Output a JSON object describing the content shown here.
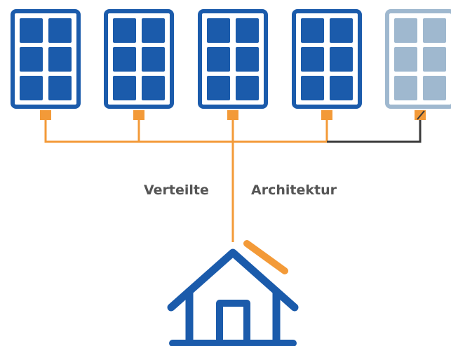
{
  "diagram": {
    "label_left": "Verteilte",
    "label_right": "Architektur",
    "colors": {
      "panel_frame": "#1b5bab",
      "panel_cell": "#1b5bab",
      "panel_inactive": "#9fb8cf",
      "wire": "#f39a38",
      "wire_inactive": "#3a3a3a",
      "house": "#1b5bab",
      "label": "#555555"
    },
    "panels": [
      {
        "state": "active",
        "icon": "solar-panel-icon"
      },
      {
        "state": "active",
        "icon": "solar-panel-icon"
      },
      {
        "state": "active",
        "icon": "solar-panel-icon"
      },
      {
        "state": "active",
        "icon": "solar-panel-icon"
      },
      {
        "state": "inactive",
        "icon": "solar-panel-icon"
      }
    ],
    "house_icon": "house-icon"
  }
}
